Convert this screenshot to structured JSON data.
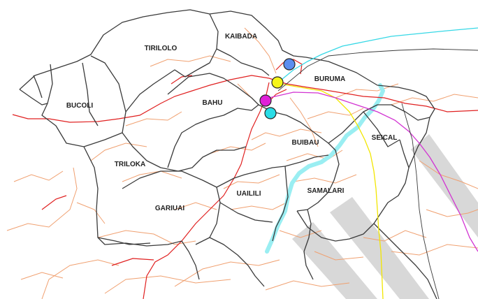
{
  "colors": {
    "background": "#ffffff",
    "boundary": "#3a3a3a",
    "main_road": "#e02020",
    "minor_road": "#f0a070",
    "river": "#9aeef2",
    "diagonal_band": "#d8d8d8",
    "cyan_line": "#36d8e6",
    "yellow_line": "#f2e600",
    "magenta_line": "#d233d2"
  },
  "region_labels": [
    {
      "id": "tirilolo",
      "text": "TIRILOLO"
    },
    {
      "id": "kaibada",
      "text": "KAIBADA"
    },
    {
      "id": "buruma",
      "text": "BURUMA"
    },
    {
      "id": "bucoli",
      "text": "BUCOLI"
    },
    {
      "id": "bahu",
      "text": "BAHU"
    },
    {
      "id": "seical",
      "text": "SEICAL"
    },
    {
      "id": "buibau",
      "text": "BUIBAU"
    },
    {
      "id": "triloka",
      "text": "TRILOKA"
    },
    {
      "id": "samalari",
      "text": "SAMALARI"
    },
    {
      "id": "uailili",
      "text": "UAILILI"
    },
    {
      "id": "gariuai",
      "text": "GARIUAI"
    }
  ],
  "markers": [
    {
      "id": "blue",
      "color": "#5b8ef0"
    },
    {
      "id": "yellow",
      "color": "#f5f51a"
    },
    {
      "id": "magenta",
      "color": "#e020d8"
    },
    {
      "id": "cyan",
      "color": "#2adce6"
    }
  ]
}
